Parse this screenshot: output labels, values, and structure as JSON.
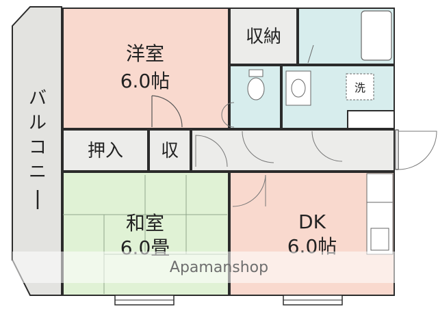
{
  "rooms": {
    "western": {
      "name": "洋室",
      "size": "6.0帖",
      "fill": "#f9d9ce"
    },
    "japanese": {
      "name": "和室",
      "size": "6.0畳",
      "fill": "#e0f2d5"
    },
    "dk": {
      "name": "DK",
      "size": "6.0帖",
      "fill": "#f9d9ce"
    },
    "storage_top": {
      "name": "収納",
      "fill": "#ececea"
    },
    "closet_oshiire": {
      "name": "押入",
      "fill": "#ececea"
    },
    "storage_small": {
      "name": "収",
      "fill": "#ececea"
    },
    "bath": {
      "fill": "#d7eded"
    },
    "toilet": {
      "fill": "#d7eded"
    },
    "washroom": {
      "fill": "#d7eded"
    },
    "hallway": {
      "fill": "#ececea"
    }
  },
  "washing_machine_label": "洗",
  "balcony_label": [
    "バ",
    "ル",
    "コ",
    "ニ",
    "ー"
  ],
  "watermark": "Apamanshop",
  "colors": {
    "wall": "#2b2b2b",
    "balcony": "#e3e3e0",
    "watermark_band": "#ffffff"
  }
}
